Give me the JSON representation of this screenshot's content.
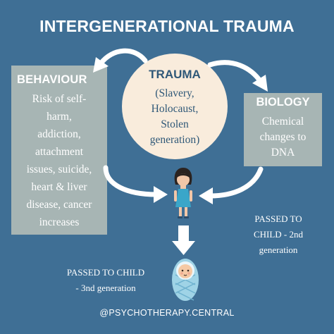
{
  "title": "INTERGENERATIONAL TRAUMA",
  "trauma": {
    "heading": "TRAUMA",
    "lines": [
      "(Slavery,",
      "Holocaust,",
      "Stolen",
      "generation)"
    ]
  },
  "behaviour": {
    "heading": "BEHAVIOUR",
    "lines": [
      "Risk of self-",
      "harm,",
      "addiction,",
      "attachment",
      "issues, suicide,",
      "heart & liver",
      "disease, cancer",
      "increases"
    ]
  },
  "biology": {
    "heading": "BIOLOGY",
    "lines": [
      "Chemical",
      "changes to",
      "DNA"
    ]
  },
  "passed_child_2nd": [
    "PASSED TO",
    "CHILD - 2nd",
    "generation"
  ],
  "passed_child_3nd": [
    "PASSED TO CHILD",
    "- 3nd generation"
  ],
  "handle": "@PSYCHOTHERAPY.CENTRAL",
  "colors": {
    "background": "#3f6f95",
    "circle": "#f9ecdc",
    "box": "#a7b5b4",
    "heading_dark": "#2f5878",
    "arrow": "#ffffff"
  },
  "icons": [
    "girl-icon",
    "baby-icon",
    "down-arrow-icon"
  ]
}
